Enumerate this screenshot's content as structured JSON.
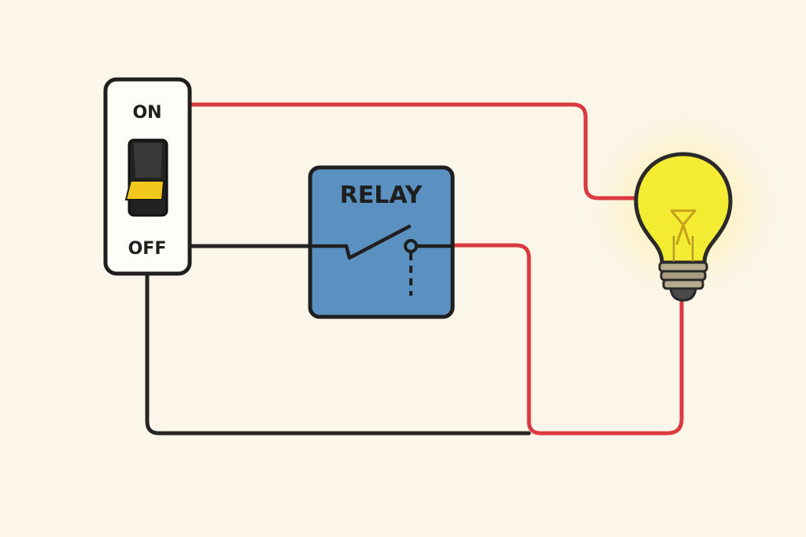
{
  "switch": {
    "on_label": "ON",
    "off_label": "OFF"
  },
  "relay": {
    "label": "RELAY"
  },
  "colors": {
    "background": "#fcf5e9",
    "live_wire": "#d9393f",
    "neutral_wire": "#262626",
    "relay_body": "#5b91c0",
    "rocker_indicator": "#f2c81c",
    "bulb_glass": "#f3ec33"
  },
  "icons": {
    "switch": "rocker-switch-icon",
    "relay": "relay-contact-icon",
    "bulb": "light-bulb-icon"
  }
}
